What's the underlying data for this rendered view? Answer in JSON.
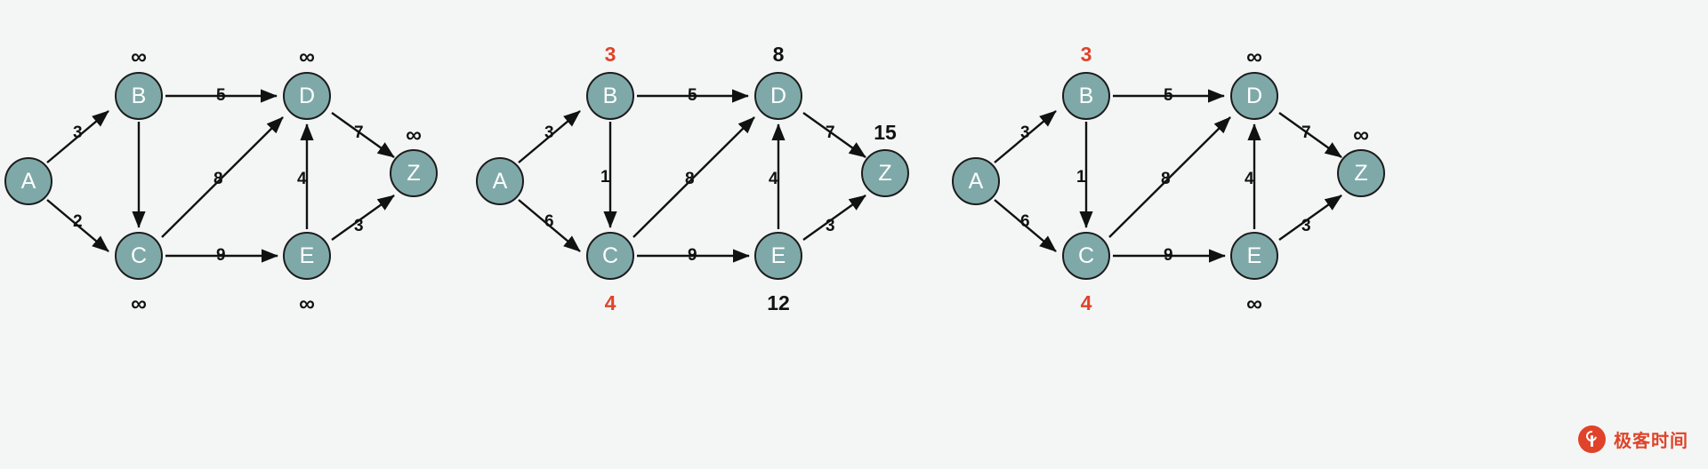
{
  "figure": {
    "type": "diagram",
    "subject": "dijkstra-shortest-path-progression",
    "background_color": "#f4f6f5",
    "node_fill": "#7fa9a9",
    "node_stroke": "#1c1c1c",
    "node_label_color": "#ffffff",
    "edge_color": "#111111",
    "highlight_color": "#e0432a",
    "normal_label_color": "#111111",
    "infinity_symbol": "∞"
  },
  "graph": {
    "nodes": [
      "A",
      "B",
      "C",
      "D",
      "E",
      "Z"
    ],
    "edges": [
      {
        "from": "A",
        "to": "B",
        "weight": "3"
      },
      {
        "from": "A",
        "to": "C",
        "weight": "2"
      },
      {
        "from": "B",
        "to": "D",
        "weight": "5"
      },
      {
        "from": "B",
        "to": "C",
        "weight": "1"
      },
      {
        "from": "C",
        "to": "D",
        "weight": "8"
      },
      {
        "from": "C",
        "to": "E",
        "weight": "9"
      },
      {
        "from": "E",
        "to": "D",
        "weight": "4"
      },
      {
        "from": "D",
        "to": "Z",
        "weight": "7"
      },
      {
        "from": "E",
        "to": "Z",
        "weight": "3"
      }
    ]
  },
  "panels": [
    {
      "id": "panel-0",
      "name": "initial-state",
      "node_labels": {
        "A": "A",
        "B": "B",
        "C": "C",
        "D": "D",
        "E": "E",
        "Z": "Z"
      },
      "edge_weights": {
        "A-B": "3",
        "A-C": "2",
        "B-D": "5",
        "B-C": "",
        "C-D": "8",
        "C-E": "9",
        "E-D": "4",
        "D-Z": "7",
        "E-Z": "3"
      },
      "distances": [
        {
          "node": "B",
          "value": "∞",
          "highlight": false,
          "position": "above"
        },
        {
          "node": "D",
          "value": "∞",
          "highlight": false,
          "position": "above"
        },
        {
          "node": "Z",
          "value": "∞",
          "highlight": false,
          "position": "above"
        },
        {
          "node": "C",
          "value": "∞",
          "highlight": false,
          "position": "below"
        },
        {
          "node": "E",
          "value": "∞",
          "highlight": false,
          "position": "below"
        }
      ]
    },
    {
      "id": "panel-1",
      "name": "relaxed-state",
      "node_labels": {
        "A": "A",
        "B": "B",
        "C": "C",
        "D": "D",
        "E": "E",
        "Z": "Z"
      },
      "edge_weights": {
        "A-B": "3",
        "A-C": "6",
        "B-D": "5",
        "B-C": "1",
        "C-D": "8",
        "C-E": "9",
        "E-D": "4",
        "D-Z": "7",
        "E-Z": "3"
      },
      "distances": [
        {
          "node": "B",
          "value": "3",
          "highlight": true,
          "position": "above"
        },
        {
          "node": "D",
          "value": "8",
          "highlight": false,
          "position": "above"
        },
        {
          "node": "Z",
          "value": "15",
          "highlight": false,
          "position": "above"
        },
        {
          "node": "C",
          "value": "4",
          "highlight": true,
          "position": "below"
        },
        {
          "node": "E",
          "value": "12",
          "highlight": false,
          "position": "below"
        }
      ]
    },
    {
      "id": "panel-2",
      "name": "partial-state",
      "node_labels": {
        "A": "A",
        "B": "B",
        "C": "C",
        "D": "D",
        "E": "E",
        "Z": "Z"
      },
      "edge_weights": {
        "A-B": "3",
        "A-C": "6",
        "B-D": "5",
        "B-C": "1",
        "C-D": "8",
        "C-E": "9",
        "E-D": "4",
        "D-Z": "7",
        "E-Z": "3"
      },
      "distances": [
        {
          "node": "B",
          "value": "3",
          "highlight": true,
          "position": "above"
        },
        {
          "node": "D",
          "value": "∞",
          "highlight": false,
          "position": "above"
        },
        {
          "node": "Z",
          "value": "∞",
          "highlight": false,
          "position": "above"
        },
        {
          "node": "C",
          "value": "4",
          "highlight": true,
          "position": "below"
        },
        {
          "node": "E",
          "value": "∞",
          "highlight": false,
          "position": "below"
        }
      ]
    }
  ],
  "watermark": {
    "text": "极客时间",
    "logo_icon": "geektime-logo-icon",
    "color": "#e0432a"
  }
}
